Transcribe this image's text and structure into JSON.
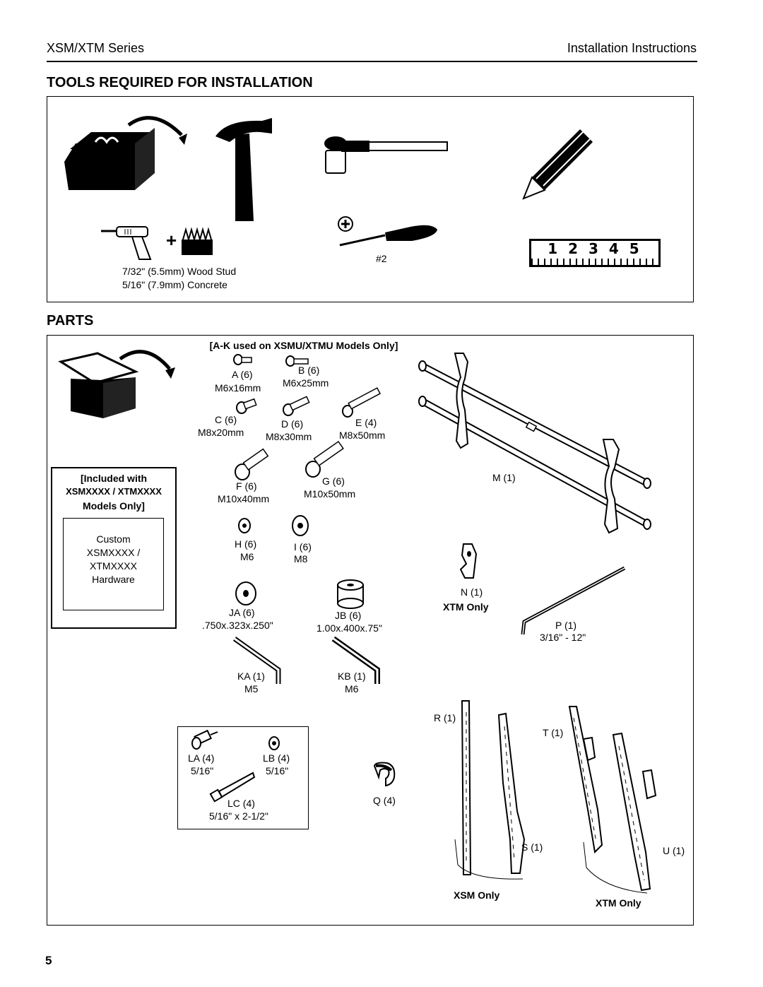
{
  "header": {
    "series": "XSM/XTM Series",
    "doc": "Installation Instructions"
  },
  "tools": {
    "title": "TOOLS REQUIRED FOR INSTALLATION",
    "drill_wood": "7/32\" (5.5mm) Wood Stud",
    "drill_concrete": "5/16\" (7.9mm) Concrete",
    "screwdriver": "#2",
    "ruler_digits": "1 2 3 4 5"
  },
  "parts": {
    "title": "PARTS",
    "ak_heading": "[A-K used on XSMU/XTMU Models Only]",
    "included": {
      "l1": "[Included with",
      "l2": "XSMXXXX / XTMXXXX",
      "l3": "Models Only]"
    },
    "custom": {
      "l1": "Custom",
      "l2": "XSMXXXX /",
      "l3": "XTMXXXX",
      "l4": "Hardware"
    },
    "a": {
      "id": "A (6)",
      "size": "M6x16mm"
    },
    "b": {
      "id": "B (6)",
      "size": "M6x25mm"
    },
    "c": {
      "id": "C (6)",
      "size": "M8x20mm"
    },
    "d": {
      "id": "D (6)",
      "size": "M8x30mm"
    },
    "e": {
      "id": "E (4)",
      "size": "M8x50mm"
    },
    "f": {
      "id": "F (6)",
      "size": "M10x40mm"
    },
    "g": {
      "id": "G (6)",
      "size": "M10x50mm"
    },
    "h": {
      "id": "H (6)",
      "size": "M6"
    },
    "i": {
      "id": "I (6)",
      "size": "M8"
    },
    "ja": {
      "id": "JA (6)",
      "size": ".750x.323x.250\""
    },
    "jb": {
      "id": "JB (6)",
      "size": "1.00x.400x.75\""
    },
    "ka": {
      "id": "KA (1)",
      "size": "M5"
    },
    "kb": {
      "id": "KB (1)",
      "size": "M6"
    },
    "la": {
      "id": "LA (4)",
      "size": "5/16\""
    },
    "lb": {
      "id": "LB (4)",
      "size": "5/16\""
    },
    "lc": {
      "id": "LC (4)",
      "size": "5/16\" x 2-1/2\""
    },
    "m": {
      "id": "M (1)"
    },
    "n": {
      "id": "N (1)",
      "note": "XTM Only"
    },
    "p": {
      "id": "P (1)",
      "size": "3/16\" - 12\""
    },
    "q": {
      "id": "Q (4)"
    },
    "r": {
      "id": "R (1)"
    },
    "s": {
      "id": "S (1)"
    },
    "t": {
      "id": "T (1)"
    },
    "u": {
      "id": "U (1)"
    },
    "xsm_only": "XSM Only",
    "xtm_only": "XTM Only"
  },
  "page_number": "5"
}
